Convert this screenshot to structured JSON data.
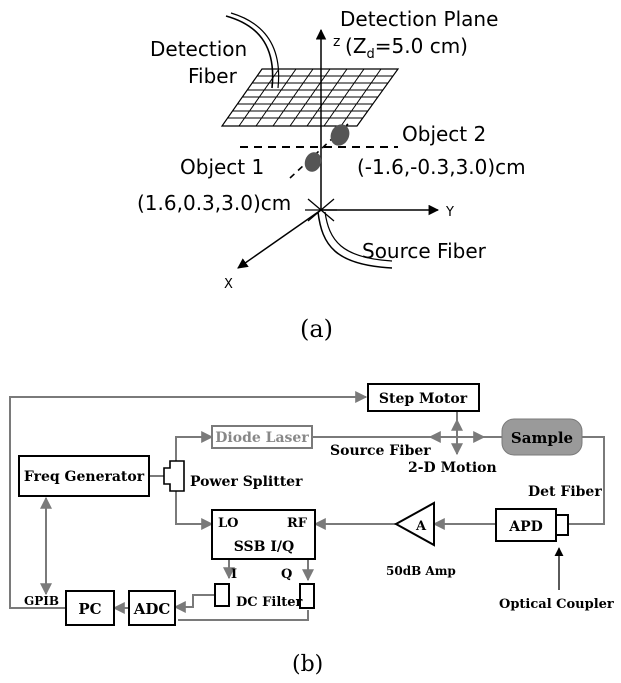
{
  "panel_a": {
    "caption": "(a)",
    "plane_label_line1": "Detection Plane",
    "plane_label_zd": "Z",
    "plane_label_zd_sub": "d",
    "plane_label_zd_rest": "=5.0 cm)",
    "plane_label_paren": "(",
    "det_fiber_line1": "Detection",
    "det_fiber_line2": "Fiber",
    "object2_label": "Object 2",
    "object2_coords": "(-1.6,-0.3,3.0)cm",
    "object1_label": "Object 1",
    "object1_coords": "(1.6,0.3,3.0)cm",
    "source_fiber": "Source Fiber",
    "axis_z": "z",
    "axis_y": "Y",
    "axis_x": "X"
  },
  "panel_b": {
    "caption": "(b)",
    "step_motor": "Step Motor",
    "sample": "Sample",
    "diode_laser": "Diode Laser",
    "source_fiber": "Source Fiber",
    "freq_generator": "Freq Generator",
    "power_splitter": "Power Splitter",
    "motion": "2-D Motion",
    "det_fiber": "Det Fiber",
    "lo": "LO",
    "rf": "RF",
    "ssb": "SSB I/Q",
    "amp_symbol": "A",
    "apd": "APD",
    "amp_label": "50dB Amp",
    "i_label": "I",
    "q_label": "Q",
    "dc_filter": "DC Filter",
    "gpib": "GPIB",
    "pc": "PC",
    "adc": "ADC",
    "optical_coupler": "Optical Coupler"
  },
  "colors": {
    "line_gray": "#7a7a7a",
    "sample_fill": "#9a9a9a",
    "object_fill": "#555555"
  }
}
